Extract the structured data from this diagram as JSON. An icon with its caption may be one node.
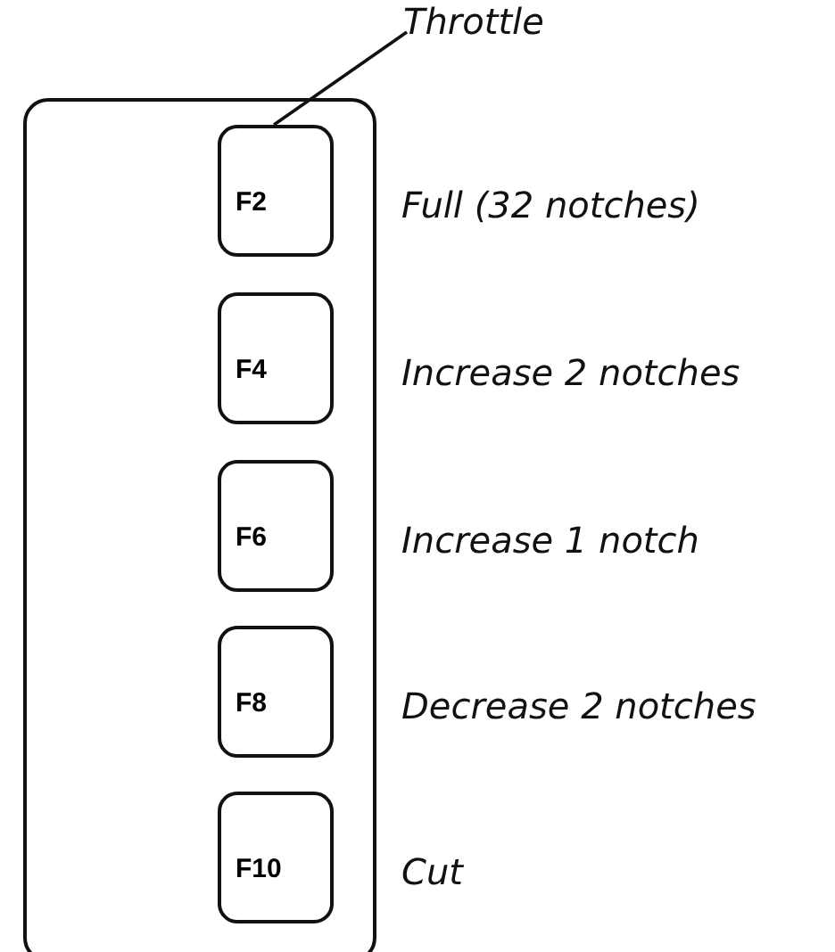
{
  "diagram": {
    "nodes": [
      {
        "text": [
          "Throttle"
        ]
      },
      {
        "text": [],
        "shape": "box"
      },
      {
        "text": [
          "F2"
        ],
        "in": 1,
        "beside": [
          "Full (32 notches)"
        ]
      },
      {
        "text": [
          "F4"
        ],
        "in": 1,
        "beside": [
          "Increase 2 notches"
        ]
      },
      {
        "text": [
          "F6"
        ],
        "in": 1,
        "beside": [
          "Increase 1 notch"
        ]
      },
      {
        "text": [
          "F8"
        ],
        "in": 1,
        "beside": [
          "Decrease 2 notches"
        ]
      },
      {
        "text": [
          "F10"
        ],
        "in": 1,
        "beside": [
          "Cut"
        ]
      }
    ],
    "edges": [
      {
        "from": 0,
        "to": 2,
        "arrow": "none"
      }
    ]
  }
}
